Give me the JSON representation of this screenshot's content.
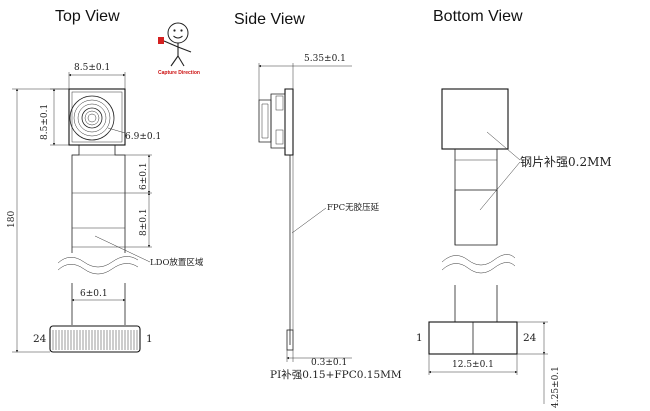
{
  "titles": {
    "top": "Top View",
    "side": "Side View",
    "bottom": "Bottom View"
  },
  "capture_label": "Capture Direction",
  "top_view": {
    "width_dim": "8.5±0.1",
    "height_dim": "8.5±0.1",
    "lens_dim": "6.9±0.1",
    "seg1_dim": "6±0.1",
    "seg2_dim": "8±0.1",
    "ldo_note": "LDO放置区域",
    "fpc_width_dim": "6±0.1",
    "total_length": "180",
    "pin_left": "24",
    "pin_right": "1"
  },
  "side_view": {
    "thickness_dim": "5.35±0.1",
    "fpc_note": "FPC无胶压延",
    "fpc_thickness_dim": "0.3±0.1",
    "pi_note": "PI补强0.15+FPC0.15MM"
  },
  "bottom_view": {
    "stiffener_note": "钢片补强0.2MM",
    "pin_left": "1",
    "pin_right": "24",
    "connector_width_dim": "12.5±0.1",
    "connector_height_dim": "4.25±0.1"
  }
}
